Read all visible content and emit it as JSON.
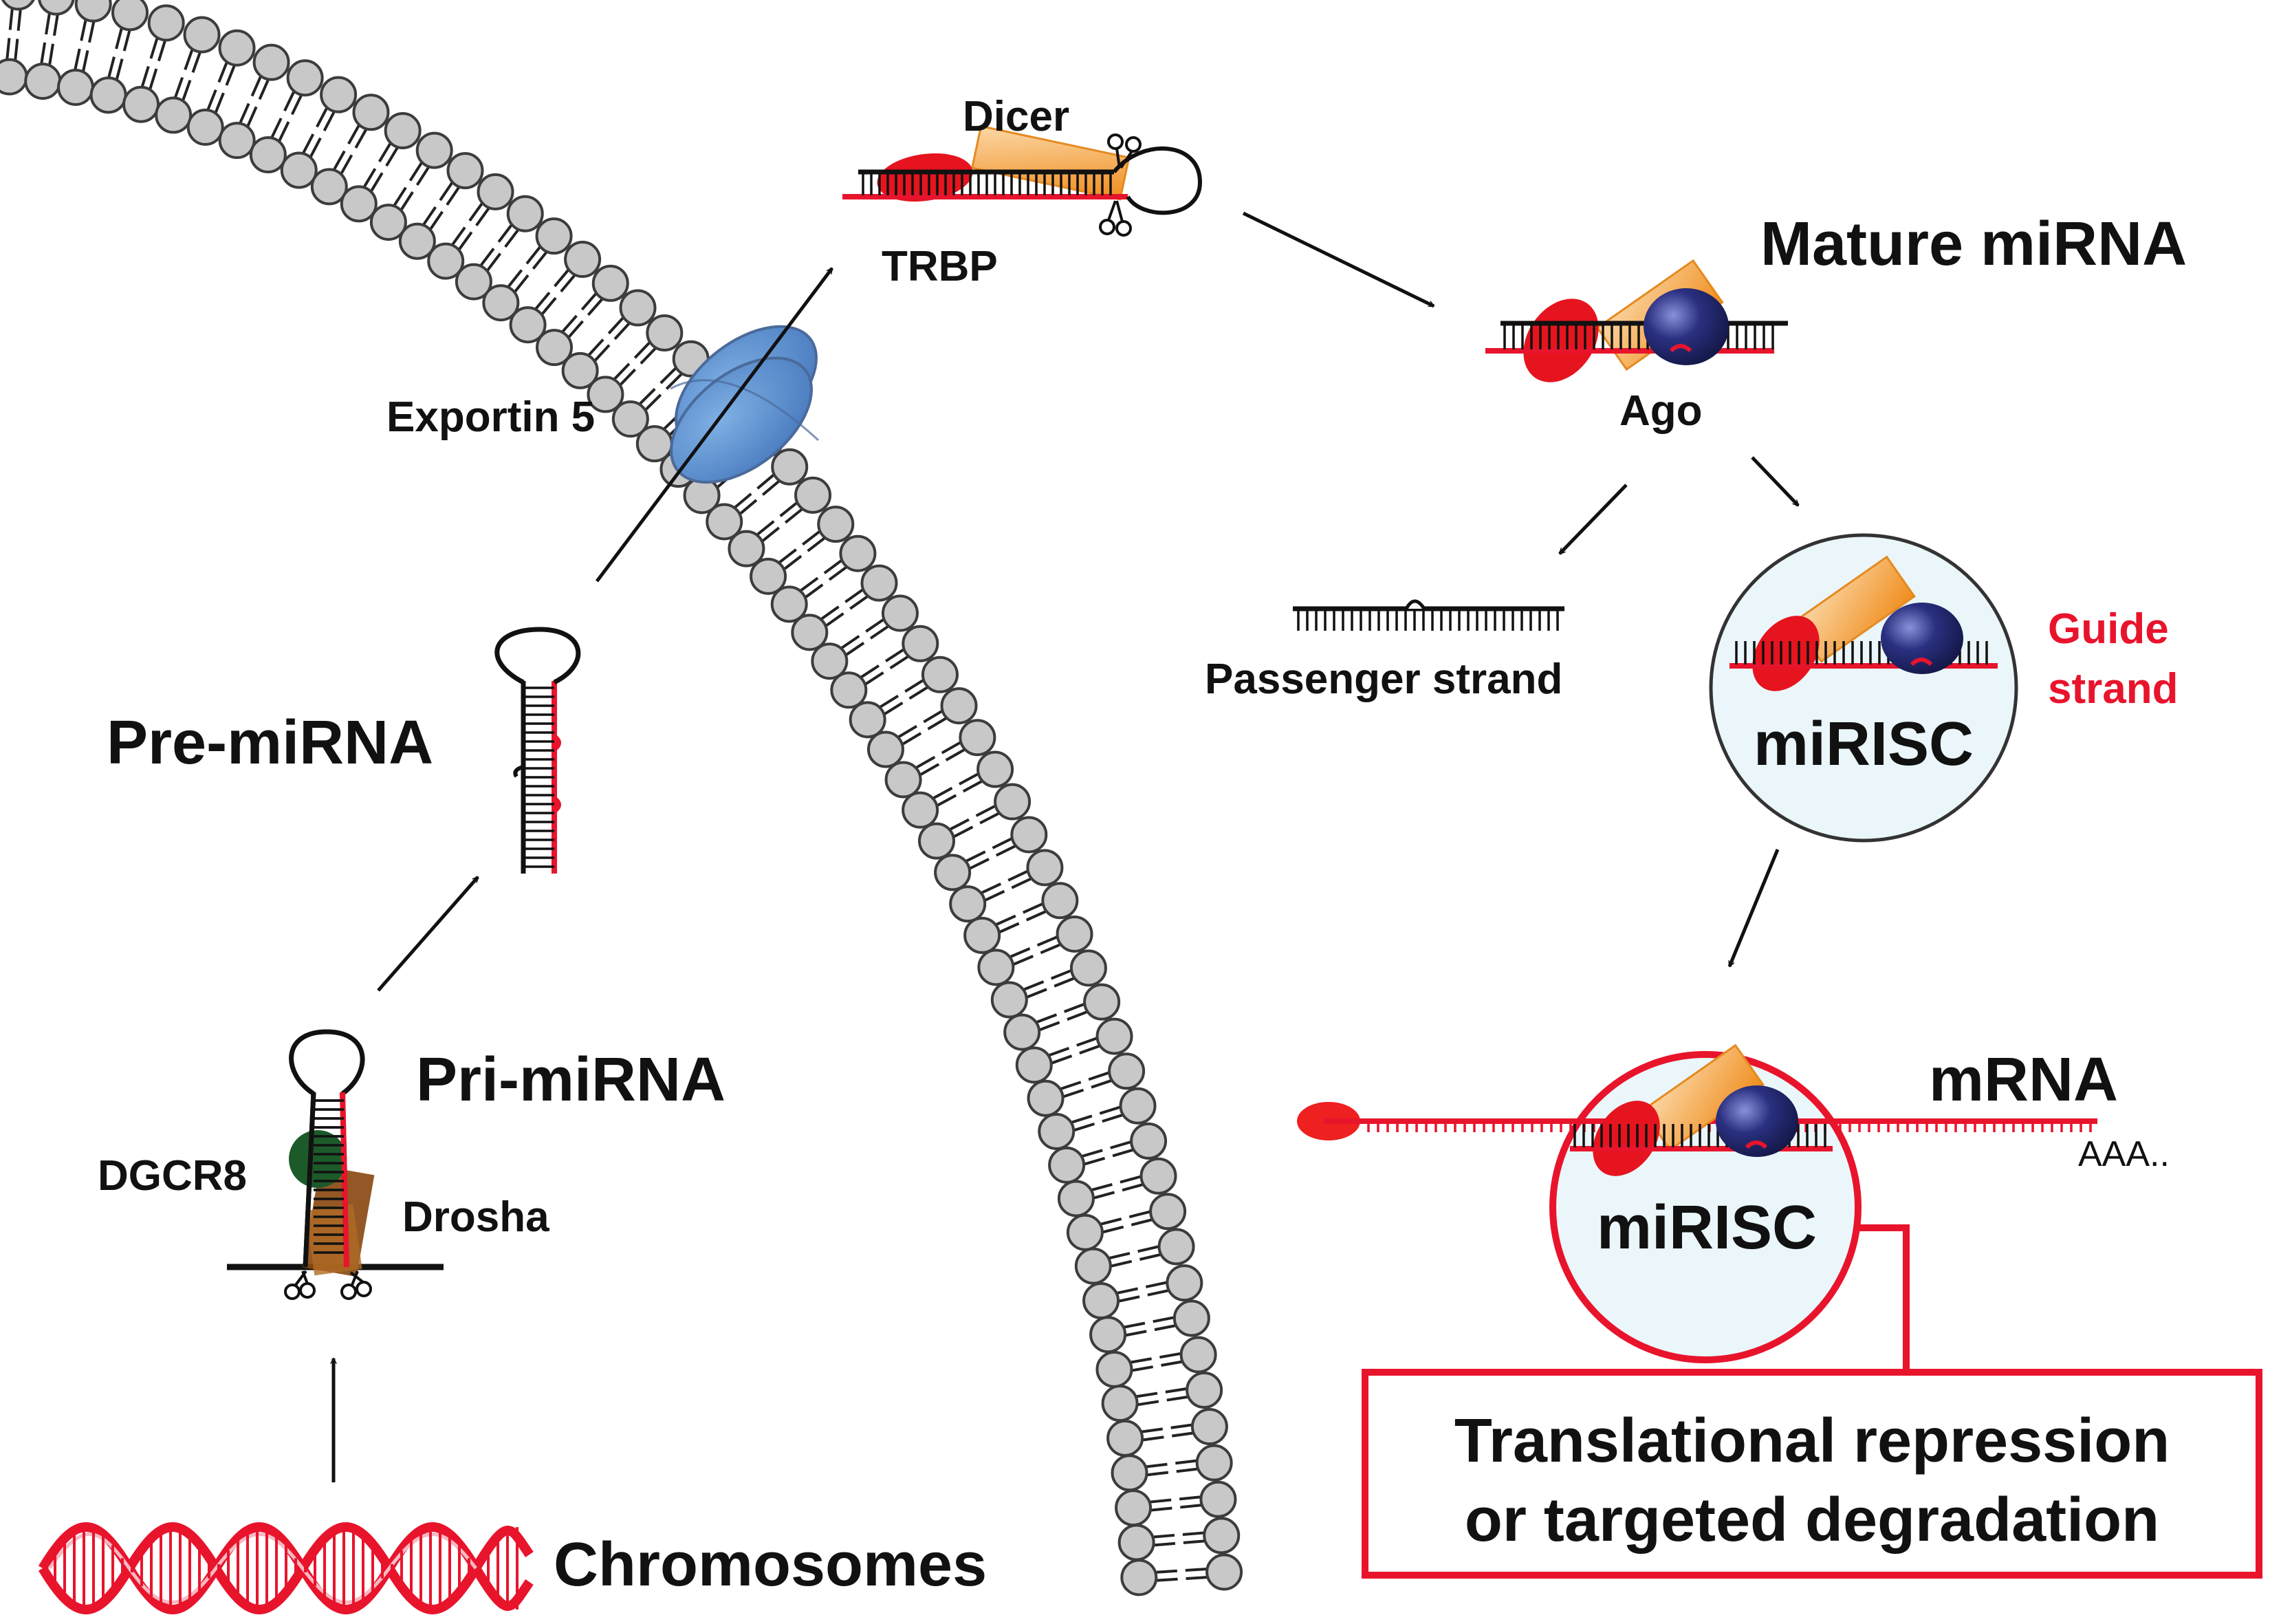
{
  "labels": {
    "dicer": "Dicer",
    "trbp": "TRBP",
    "mature_mirna": "Mature miRNA",
    "ago": "Ago",
    "exportin5": "Exportin 5",
    "pre_mirna": "Pre-miRNA",
    "pri_mirna": "Pri-miRNA",
    "dgcr8": "DGCR8",
    "drosha": "Drosha",
    "chromosomes": "Chromosomes",
    "passenger_strand": "Passenger strand",
    "guide_strand_line1": "Guide",
    "guide_strand_line2": "strand",
    "mirisc_top": "miRISC",
    "mirisc_bottom": "miRISC",
    "mrna": "mRNA",
    "poly_a": "AAA..",
    "outcome_line1": "Translational repression",
    "outcome_line2": "or targeted degradation"
  },
  "colors": {
    "rna_red": "#e8142c",
    "rna_black": "#111111",
    "membrane_bead": "#c8c8c8",
    "exportin": "#5b8ecb",
    "dicer_orange": "#f5a23c",
    "trbp_red": "#e6141e",
    "ago_navy": "#1f2468",
    "dgcr8_green": "#1c5a2a",
    "drosha_brown": "#8a4a12",
    "mirisc_fill": "#eaf6f9",
    "outcome_border": "#e8142c"
  }
}
